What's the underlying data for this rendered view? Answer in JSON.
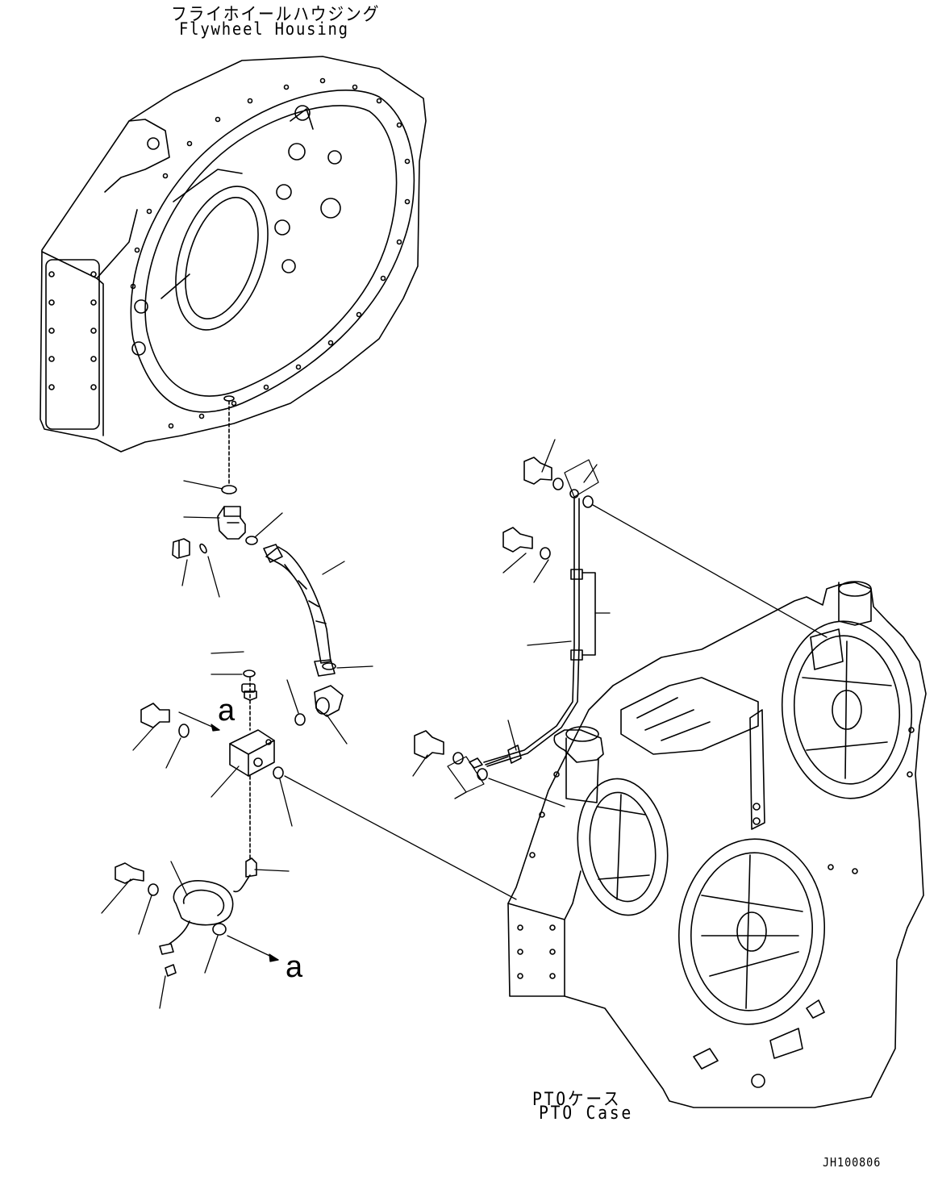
{
  "labels": {
    "flywheel_housing_jp": "フライホイールハウジング",
    "flywheel_housing_en": "Flywheel Housing",
    "pto_case_jp": "PTOケース",
    "pto_case_en": "PTO Case",
    "view_ref_1": "a",
    "view_ref_2": "a",
    "drawing_code": "JH100806"
  },
  "colors": {
    "line": "#000000",
    "background": "#ffffff"
  }
}
